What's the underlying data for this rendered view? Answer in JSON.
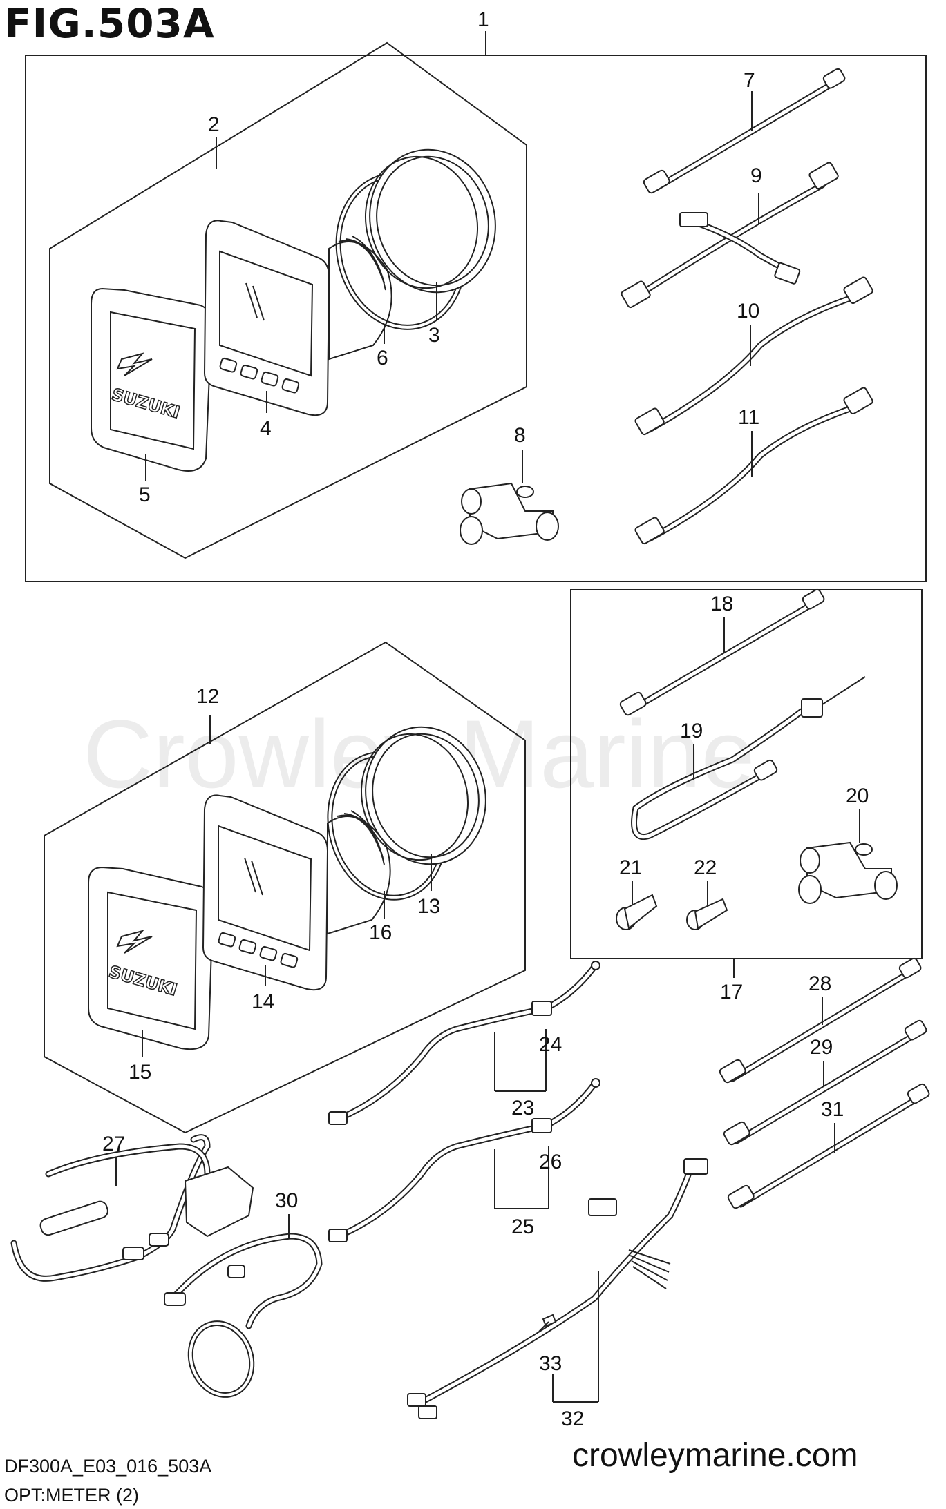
{
  "figure": {
    "title": "FIG.503A",
    "code": "DF300A_E03_016_503A",
    "name": "OPT:METER (2)",
    "website": "crowleymarine.com",
    "watermark": "Crowley Marine"
  },
  "callouts": [
    "1",
    "2",
    "3",
    "4",
    "5",
    "6",
    "7",
    "8",
    "9",
    "10",
    "11",
    "12",
    "13",
    "14",
    "15",
    "16",
    "17",
    "18",
    "19",
    "20",
    "21",
    "22",
    "23",
    "24",
    "25",
    "26",
    "27",
    "28",
    "29",
    "30",
    "31",
    "32",
    "33"
  ],
  "parts": {
    "bezel_brand_text": "SUZUKI"
  }
}
